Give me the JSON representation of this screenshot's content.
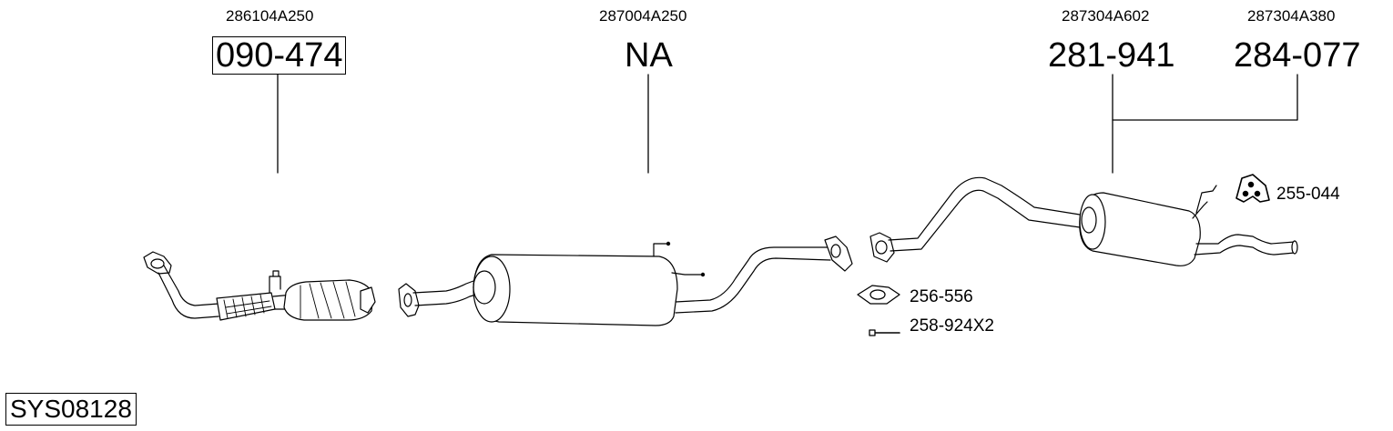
{
  "groups": [
    {
      "oem": "286104A250",
      "part": "090-474"
    },
    {
      "oem": "287004A250",
      "part": "NA"
    },
    {
      "oem": "287304A602",
      "part": "281-941"
    },
    {
      "oem": "287304A380",
      "part": "284-077"
    }
  ],
  "accessories": [
    {
      "part": "255-044"
    },
    {
      "part": "256-556"
    },
    {
      "part": "258-924X2"
    }
  ],
  "system": {
    "code": "SYS08128"
  }
}
